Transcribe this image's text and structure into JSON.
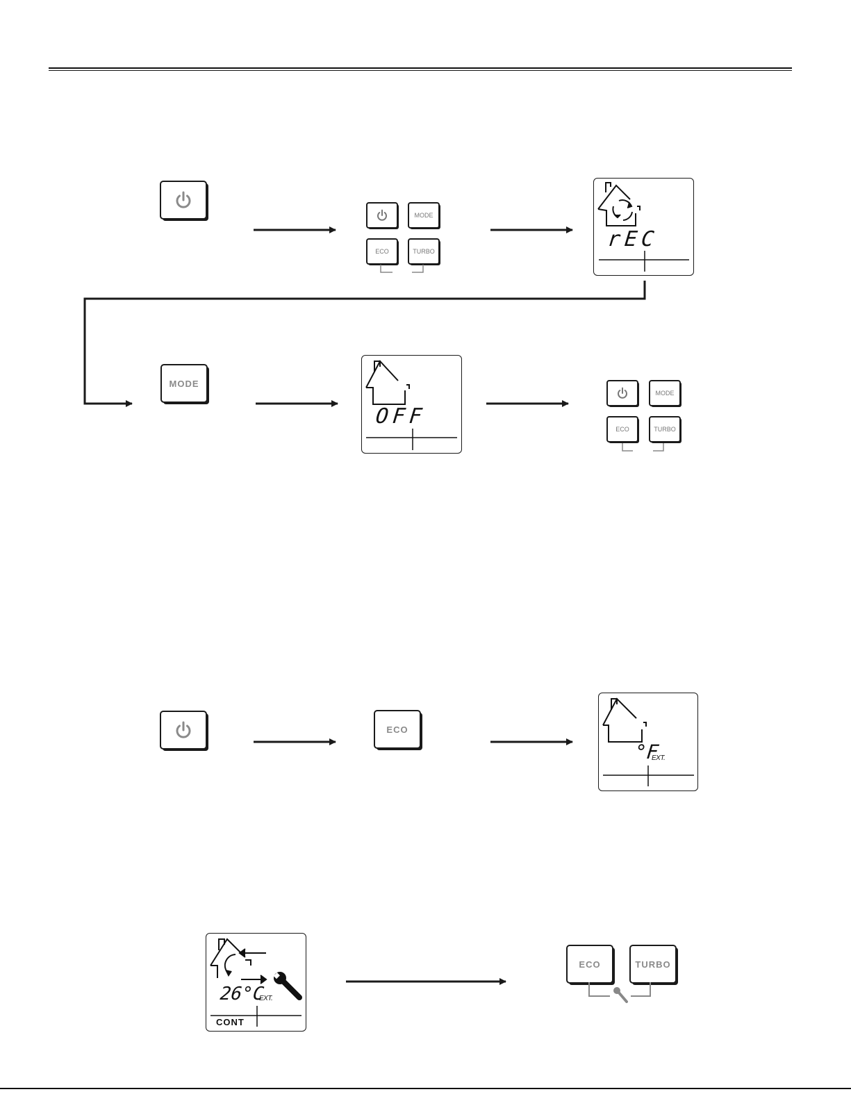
{
  "buttons": {
    "mode": "MODE",
    "eco": "ECO",
    "turbo": "TURBO"
  },
  "displays": {
    "recirc": {
      "text": "rEC"
    },
    "off": {
      "text": "OFF"
    },
    "eco_unit": {
      "unit": "°F",
      "suffix": "EXT."
    },
    "maintenance": {
      "temp": "26°C",
      "suffix": "EXT.",
      "label": "CONT"
    }
  },
  "icons": {
    "power": "power-icon",
    "house": "house-icon",
    "recirculation": "recirculation-icon",
    "wrench": "wrench-icon"
  },
  "colors": {
    "line": "#1a1a1a",
    "button_text": "#8a8a8a"
  }
}
